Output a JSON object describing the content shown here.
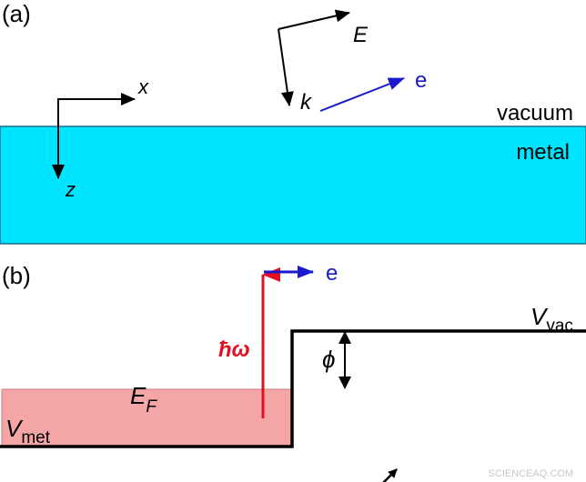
{
  "panel_a": {
    "label": "(a)",
    "axis_x": "x",
    "axis_z": "z",
    "field_E": "E",
    "wavevector_k": "k",
    "electron": "e",
    "vacuum": "vacuum",
    "metal": "metal"
  },
  "panel_b": {
    "label": "(b)",
    "electron": "e",
    "photon": "ħω",
    "fermi_main": "E",
    "fermi_sub": "F",
    "work_function": "ϕ",
    "vac_main": "V",
    "vac_sub": "vac",
    "met_main": "V",
    "met_sub": "met"
  },
  "watermark": "SCIENCEAQ.COM",
  "colors": {
    "metal_fill": "#00e5ff",
    "fermi_fill": "#f4a6a6",
    "electron_blue": "#1a1acc",
    "photon_red": "#e01020"
  }
}
